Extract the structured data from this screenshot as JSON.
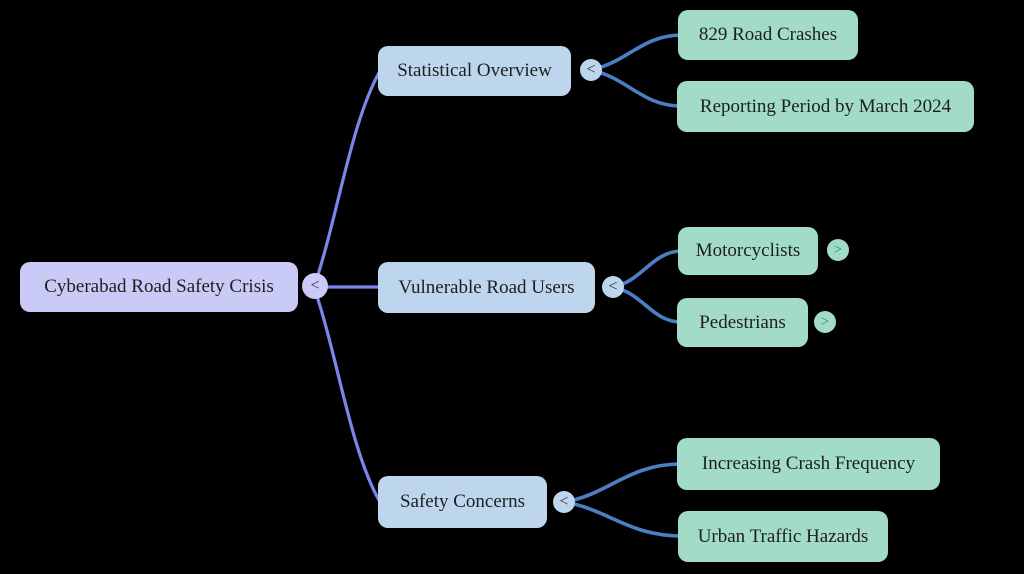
{
  "diagram": {
    "type": "mindmap",
    "root": {
      "label": "Cyberabad Road Safety Crisis",
      "collapse_toggle": "<"
    },
    "branches": [
      {
        "label": "Statistical Overview",
        "collapse_toggle": "<",
        "children": [
          {
            "label": "829 Road Crashes"
          },
          {
            "label": "Reporting Period by March 2024"
          }
        ]
      },
      {
        "label": "Vulnerable Road Users",
        "collapse_toggle": "<",
        "children": [
          {
            "label": "Motorcyclists",
            "expand_toggle": ">"
          },
          {
            "label": "Pedestrians",
            "expand_toggle": ">"
          }
        ]
      },
      {
        "label": "Safety Concerns",
        "collapse_toggle": "<",
        "children": [
          {
            "label": "Increasing Crash Frequency"
          },
          {
            "label": "Urban Traffic Hazards"
          }
        ]
      }
    ],
    "colors": {
      "background": "#000000",
      "root_node_fill": "#c9caf5",
      "branch_node_fill": "#bdd6ee",
      "leaf_node_fill": "#a2dcc8",
      "root_edge": "#7b86ec",
      "branch_edge": "#4a80c3",
      "text": "#1e1e1e",
      "toggle_glyph": "#2b2b2b",
      "leaf_toggle_glyph": "#2f8a6d"
    }
  }
}
